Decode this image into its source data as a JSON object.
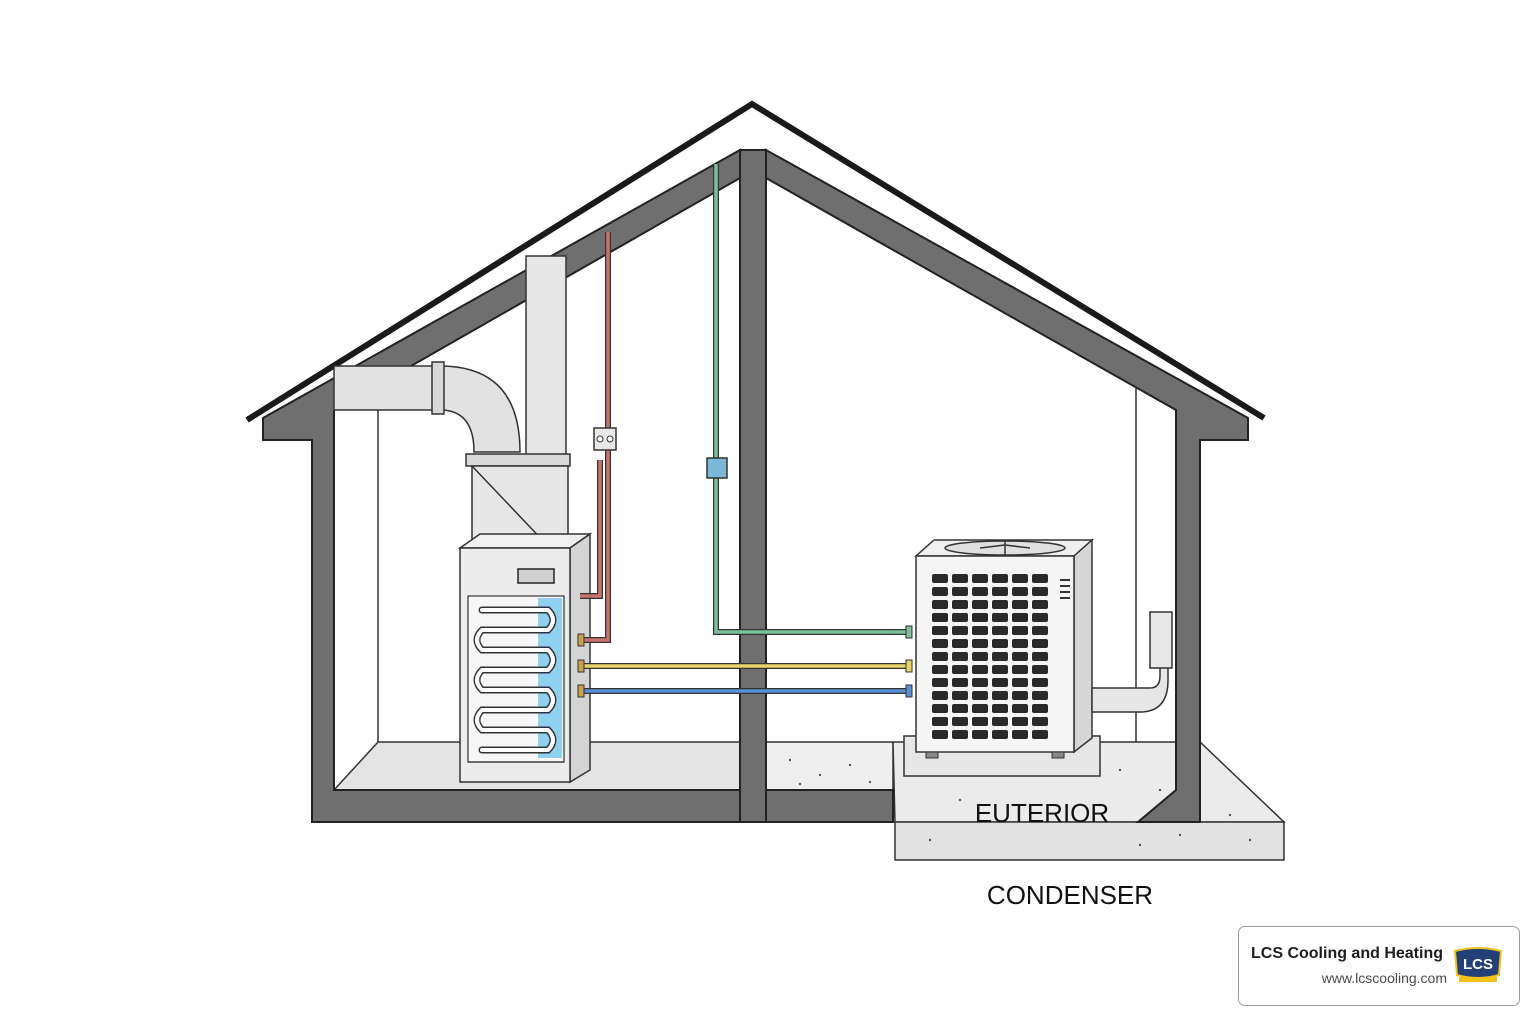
{
  "labels": {
    "exterior": "EUTERIOR",
    "condenser": "CONDENSER"
  },
  "brand": {
    "name": "LCS Cooling and Heating",
    "url": "www.lcscooling.com",
    "logo_text": "LCS"
  },
  "colors": {
    "wall": "#6f6f6f",
    "wall_outline": "#222222",
    "roof_edge": "#1a1a1a",
    "duct": "#e6e6e6",
    "slab": "#e7e7e7",
    "coil_water": "#8fd0ee",
    "red_line": "#c8736c",
    "green_line": "#7fbf9a",
    "yellow_line": "#e8d46a",
    "blue_line": "#5b8fd6",
    "junction_box": "#7ab8d8",
    "logo_bg": "#233f78",
    "logo_accent": "#f2c21b"
  },
  "icons": {
    "fan": "condenser-fan-icon",
    "logo": "lcs-logo-icon"
  }
}
